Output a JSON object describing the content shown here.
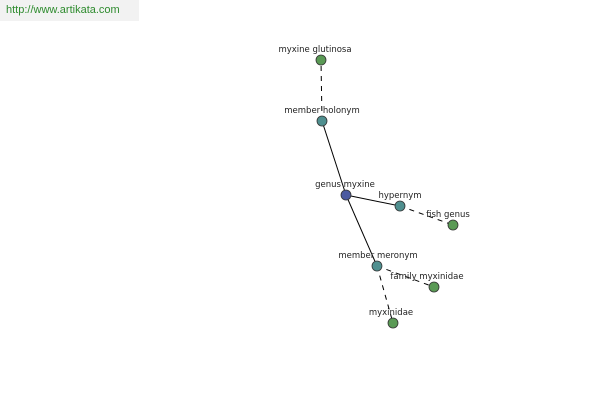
{
  "watermark": {
    "text": "http://www.artikata.com",
    "color": "#2e8b2e"
  },
  "colors": {
    "center_node": "#4b5aa0",
    "relation_node": "#4f8f8f",
    "term_node": "#5a9a55",
    "node_stroke": "#333333",
    "edge": "#000000"
  },
  "nodes": [
    {
      "id": "center",
      "label": "genus myxine",
      "kind": "center"
    },
    {
      "id": "holonym",
      "label": "member holonym",
      "kind": "relation"
    },
    {
      "id": "glutinosa",
      "label": "myxine glutinosa",
      "kind": "term"
    },
    {
      "id": "hypernym",
      "label": "hypernym",
      "kind": "relation"
    },
    {
      "id": "fishgenus",
      "label": "fish genus",
      "kind": "term"
    },
    {
      "id": "meronym",
      "label": "member meronym",
      "kind": "relation"
    },
    {
      "id": "family",
      "label": "family myxinidae",
      "kind": "term"
    },
    {
      "id": "myxinidae",
      "label": "myxinidae",
      "kind": "term"
    }
  ],
  "edges": [
    {
      "from": "center",
      "to": "holonym",
      "style": "solid"
    },
    {
      "from": "center",
      "to": "hypernym",
      "style": "solid"
    },
    {
      "from": "center",
      "to": "meronym",
      "style": "solid"
    },
    {
      "from": "holonym",
      "to": "glutinosa",
      "style": "dashed"
    },
    {
      "from": "hypernym",
      "to": "fishgenus",
      "style": "dashed"
    },
    {
      "from": "meronym",
      "to": "family",
      "style": "dashed"
    },
    {
      "from": "meronym",
      "to": "myxinidae",
      "style": "dashed"
    }
  ]
}
